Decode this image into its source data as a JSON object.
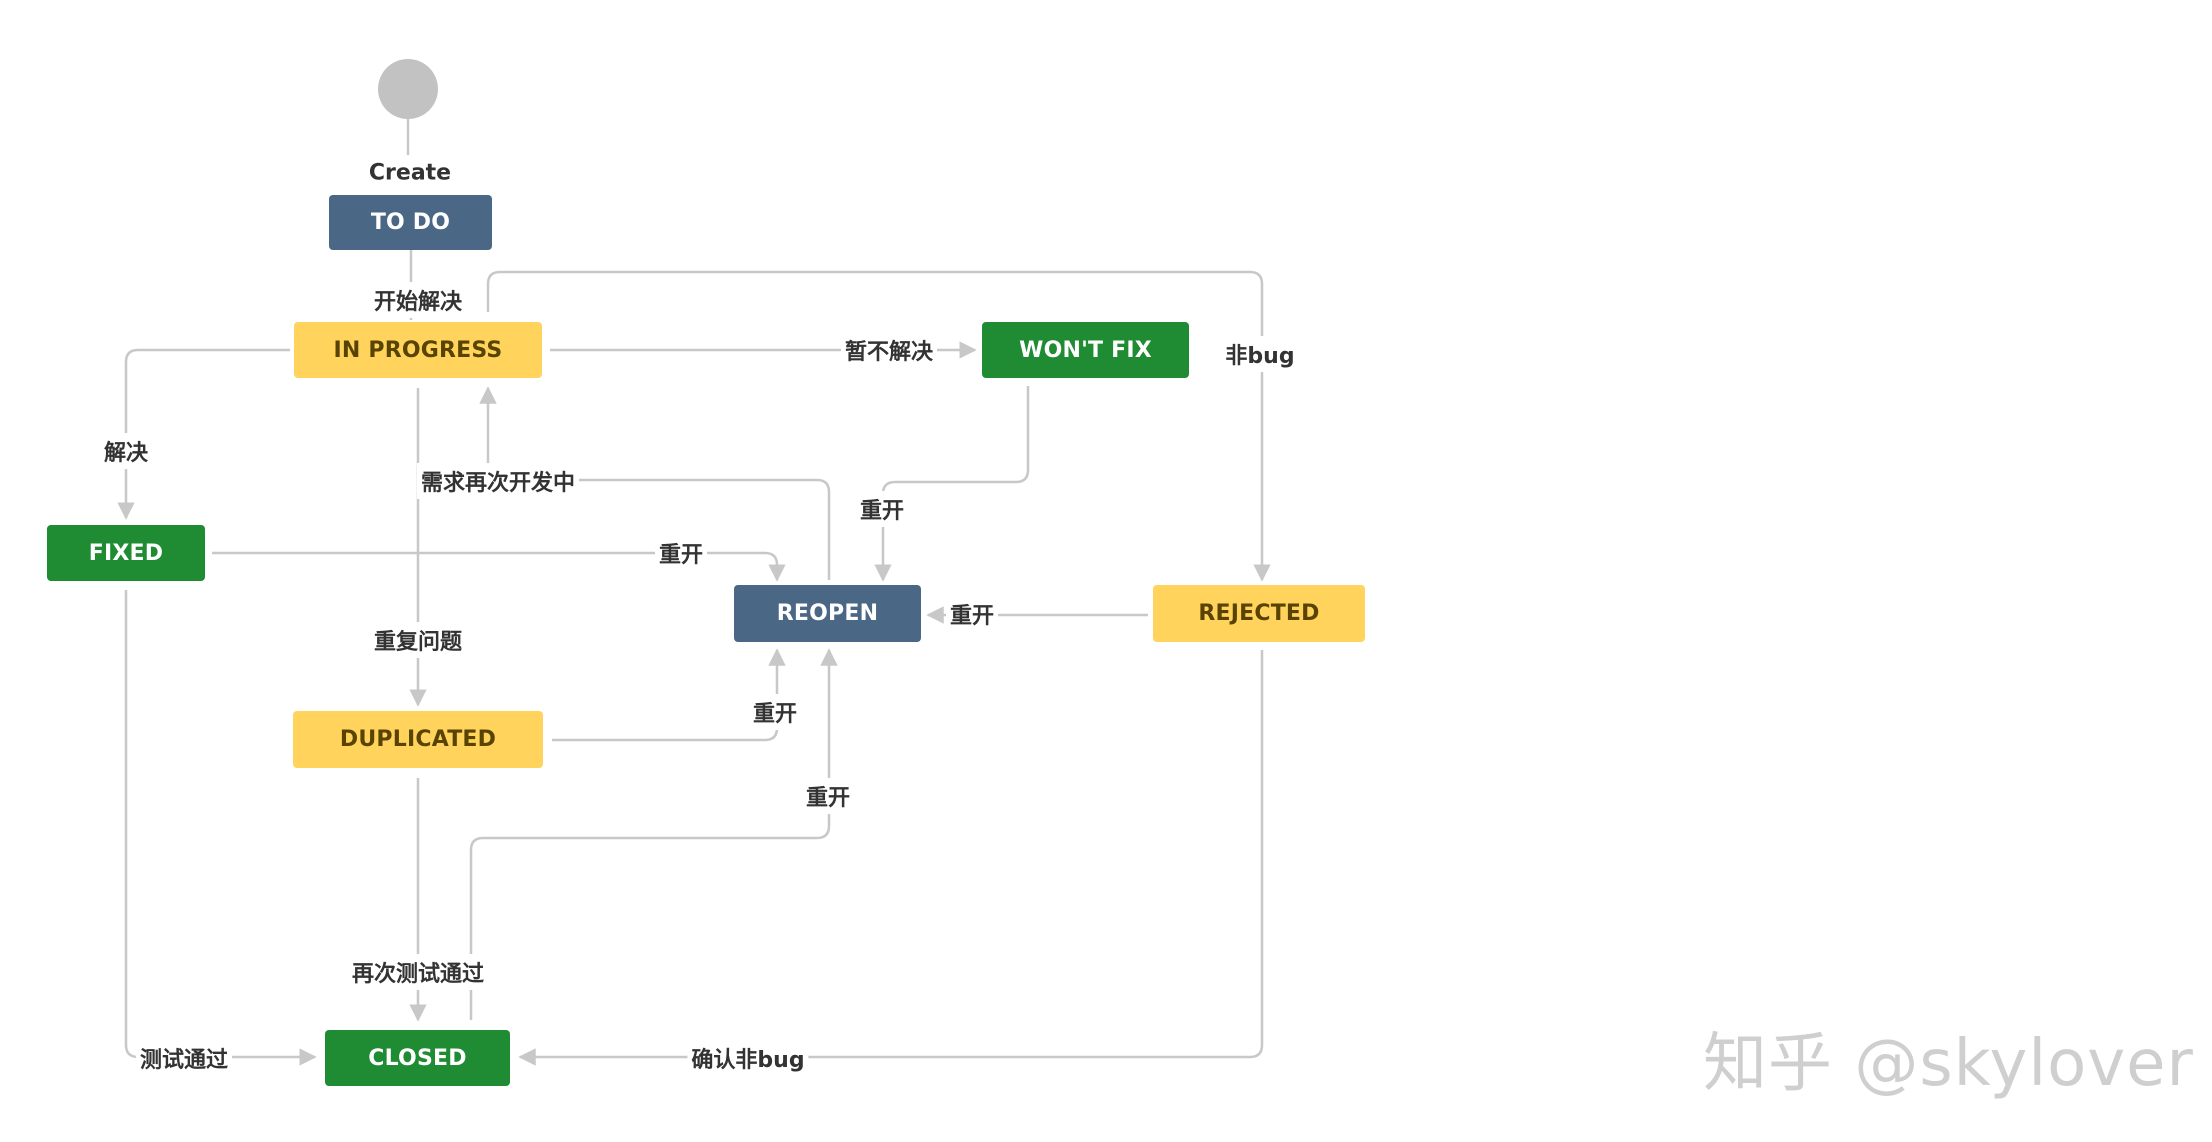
{
  "diagram": {
    "start": {
      "create_label": "Create"
    },
    "states": {
      "todo": "TO DO",
      "in_progress": "IN PROGRESS",
      "wont_fix": "WON'T FIX",
      "fixed": "FIXED",
      "reopen": "REOPEN",
      "rejected": "REJECTED",
      "duplicated": "DUPLICATED",
      "closed": "CLOSED"
    },
    "state_colors": {
      "blue": "#4a6785",
      "green": "#1f8b33",
      "yellow": "#ffd35c",
      "connector": "#c8c8c8"
    },
    "transitions": {
      "start_work": "开始解决",
      "defer": "暂不解决",
      "not_bug": "非bug",
      "resolve": "解决",
      "redevelop": "需求再次开发中",
      "reopen_from_wontfix": "重开",
      "reopen_from_fixed": "重开",
      "reopen_from_rejected": "重开",
      "duplicate": "重复问题",
      "reopen_from_duplicated": "重开",
      "reopen_from_closed": "重开",
      "retest_passed": "再次测试通过",
      "test_passed": "测试通过",
      "confirm_not_bug": "确认非bug"
    }
  },
  "watermark": "知乎 @skylover"
}
